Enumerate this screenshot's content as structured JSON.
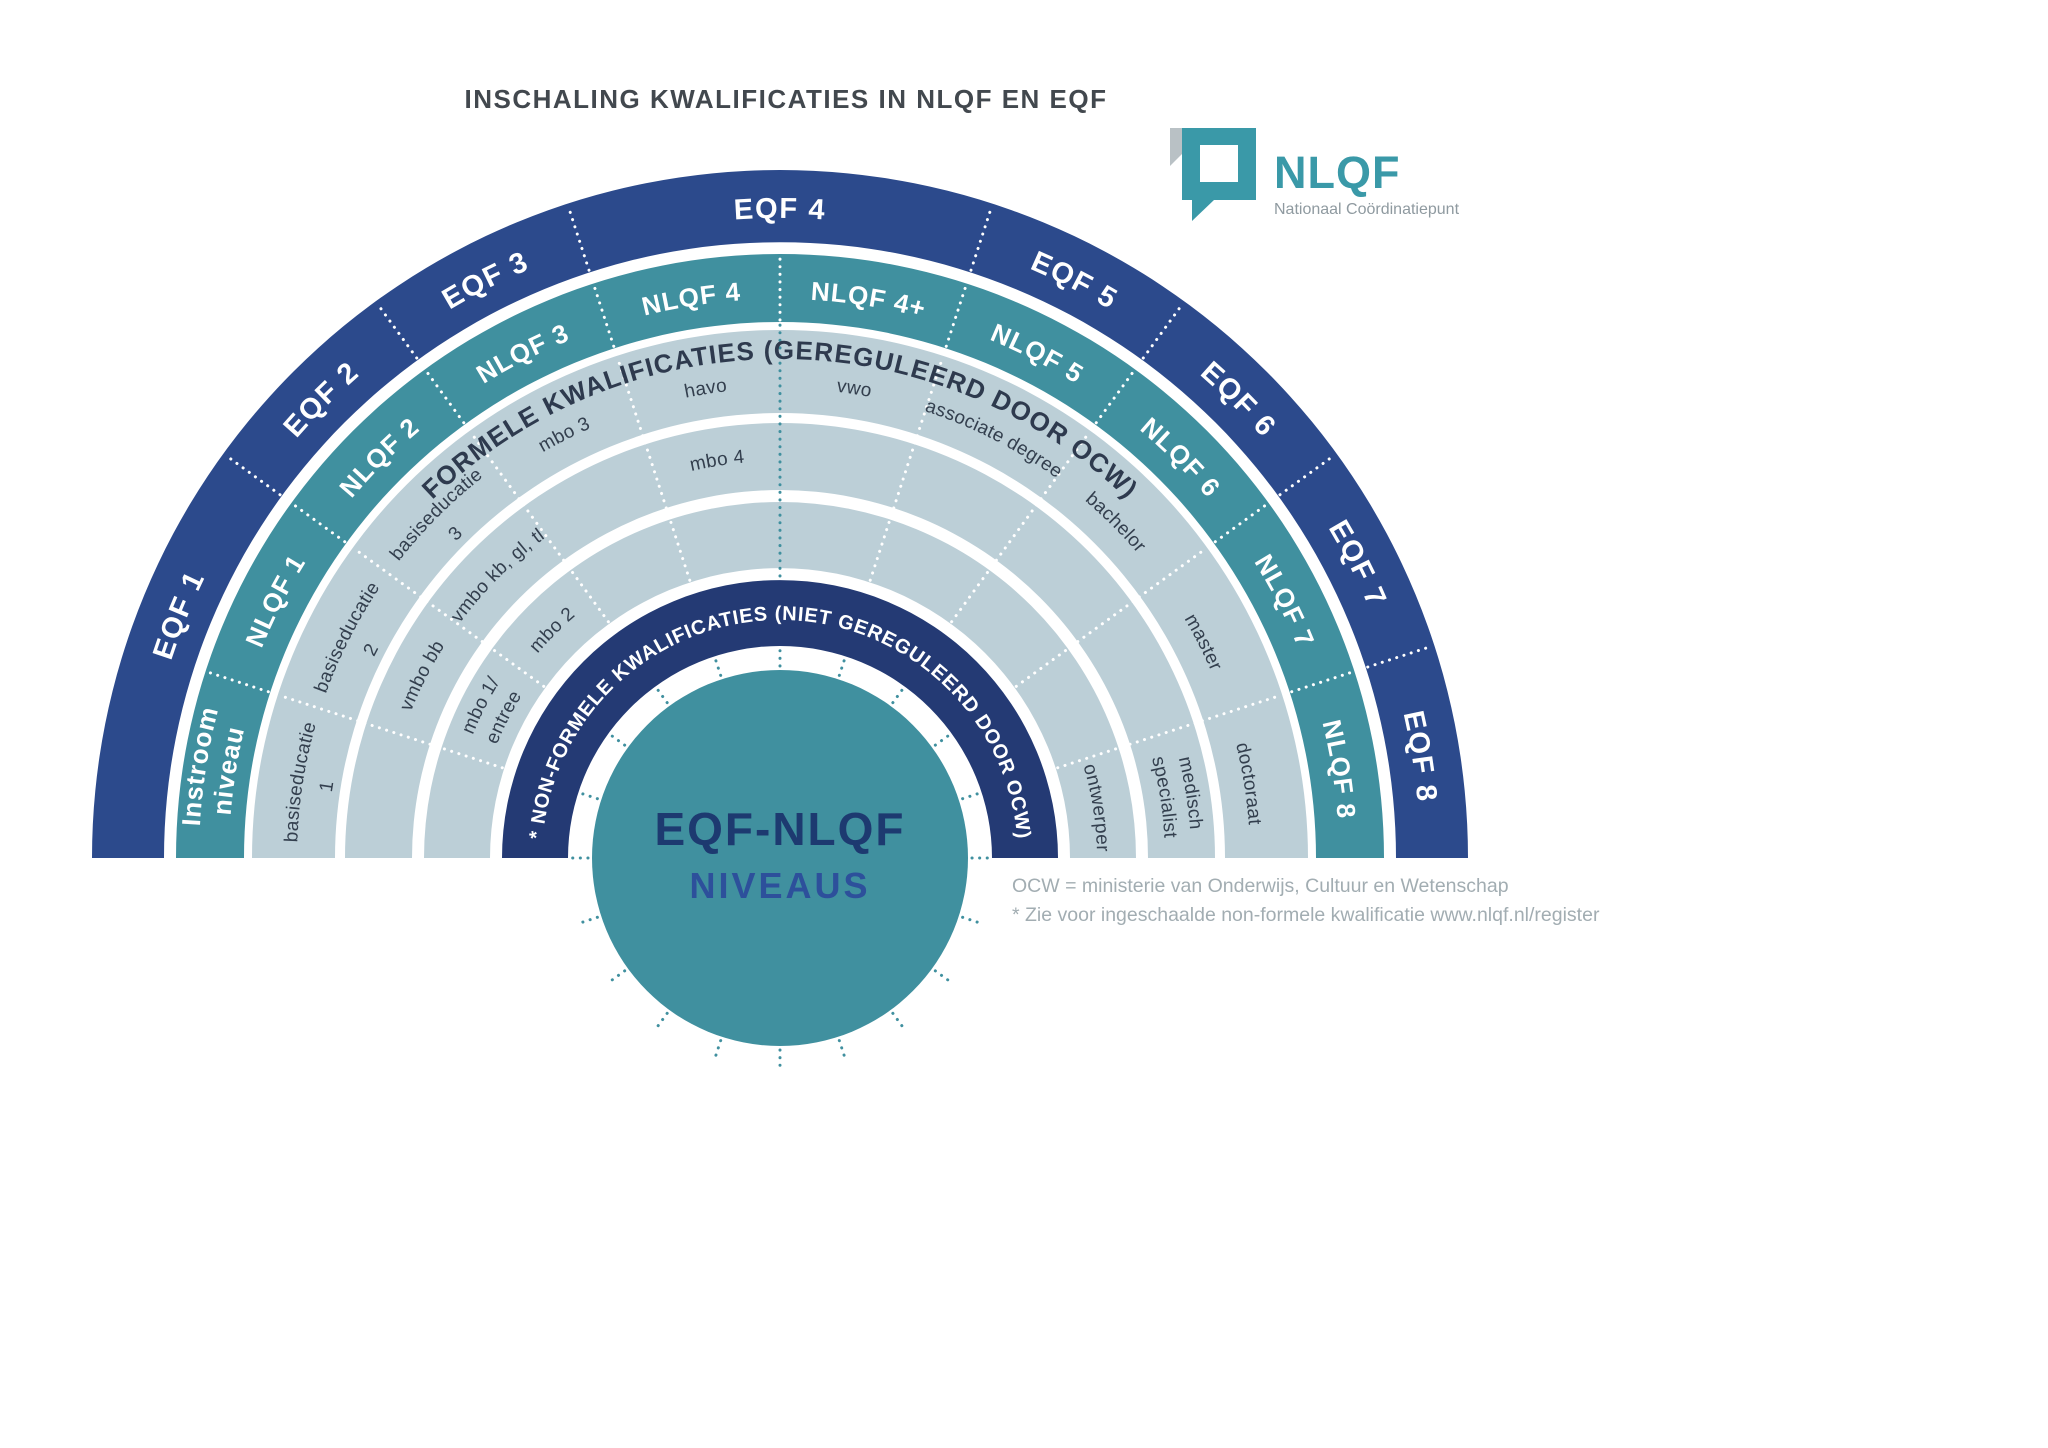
{
  "title": "INSCHALING KWALIFICATIES IN NLQF EN EQF",
  "logo": {
    "name": "NLQF",
    "subtitle": "Nationaal Coördinatiepunt"
  },
  "band_titles": {
    "formal": "FORMELE KWALIFICATIES (GEREGULEERD DOOR OCW)",
    "nonformal": "* NON-FORMELE KWALIFICATIES (NIET GEREGULEERD DOOR OCW)"
  },
  "eqf_levels": [
    {
      "label": "EQF 1"
    },
    {
      "label": "EQF 2"
    },
    {
      "label": "EQF 3"
    },
    {
      "label": "EQF 4"
    },
    {
      "label": "EQF 5"
    },
    {
      "label": "EQF 6"
    },
    {
      "label": "EQF 7"
    },
    {
      "label": "EQF 8"
    }
  ],
  "nlqf_levels": [
    {
      "label": "Instroom niveau",
      "lines": [
        "Instroom",
        "niveau"
      ]
    },
    {
      "label": "NLQF 1"
    },
    {
      "label": "NLQF 2"
    },
    {
      "label": "NLQF 3"
    },
    {
      "label": "NLQF 4"
    },
    {
      "label": "NLQF 4+"
    },
    {
      "label": "NLQF 5"
    },
    {
      "label": "NLQF 6"
    },
    {
      "label": "NLQF 7"
    },
    {
      "label": "NLQF 8"
    }
  ],
  "qualifications": [
    {
      "label": "basiseducatie 1",
      "lines": [
        "basiseducatie",
        "1"
      ],
      "nlqf": "Instroom niveau",
      "track": 1
    },
    {
      "label": "basiseducatie 2",
      "lines": [
        "basiseducatie",
        "2"
      ],
      "nlqf": "NLQF 1",
      "track": 1
    },
    {
      "label": "vmbo bb",
      "nlqf": "NLQF 1",
      "track": 2
    },
    {
      "label": "mbo 1/entree",
      "lines": [
        "mbo 1/",
        "entree"
      ],
      "nlqf": "NLQF 1",
      "track": 3
    },
    {
      "label": "basiseducatie 3",
      "lines": [
        "basiseducatie",
        "3"
      ],
      "nlqf": "NLQF 2",
      "track": 1
    },
    {
      "label": "vmbo kb, gl, tl",
      "nlqf": "NLQF 2",
      "track": 2
    },
    {
      "label": "mbo 2",
      "nlqf": "NLQF 2",
      "track": 3
    },
    {
      "label": "mbo 3",
      "nlqf": "NLQF 3",
      "track": 1
    },
    {
      "label": "havo",
      "nlqf": "NLQF 4",
      "track": 1
    },
    {
      "label": "mbo 4",
      "nlqf": "NLQF 4",
      "track": 2
    },
    {
      "label": "vwo",
      "nlqf": "NLQF 4+",
      "track": 1
    },
    {
      "label": "associate degree",
      "nlqf": "NLQF 5",
      "track": 1
    },
    {
      "label": "bachelor",
      "nlqf": "NLQF 6",
      "track": 1
    },
    {
      "label": "master",
      "nlqf": "NLQF 7",
      "track": 1
    },
    {
      "label": "doctoraat",
      "nlqf": "NLQF 8",
      "track": 1
    },
    {
      "label": "medisch specialist",
      "lines": [
        "medisch",
        "specialist"
      ],
      "nlqf": "NLQF 8",
      "track": 2
    },
    {
      "label": "ontwerper",
      "nlqf": "NLQF 8",
      "track": 3
    }
  ],
  "center": {
    "title": "EQF-NLQF",
    "subtitle": "NIVEAUS"
  },
  "footnotes": [
    "OCW = ministerie van Onderwijs, Cultuur en Wetenschap",
    "* Zie voor ingeschaalde non-formele kwalificatie www.nlqf.nl/register"
  ],
  "colors": {
    "eqf_ring": "#2c4a8c",
    "nlqf_ring": "#40909f",
    "qualification_ring": "#bccfd7",
    "nonformal_ring": "#243a74",
    "center_circle": "#40909f",
    "ring_label_text": "#ffffff",
    "qualification_text": "#333f4e",
    "formal_title_text": "#2e3a4e",
    "center_title_text": "#1d3a70",
    "center_subtitle_text": "#2d509b",
    "logo_teal": "#3a99a8",
    "footnote_text": "#a2adb2"
  }
}
